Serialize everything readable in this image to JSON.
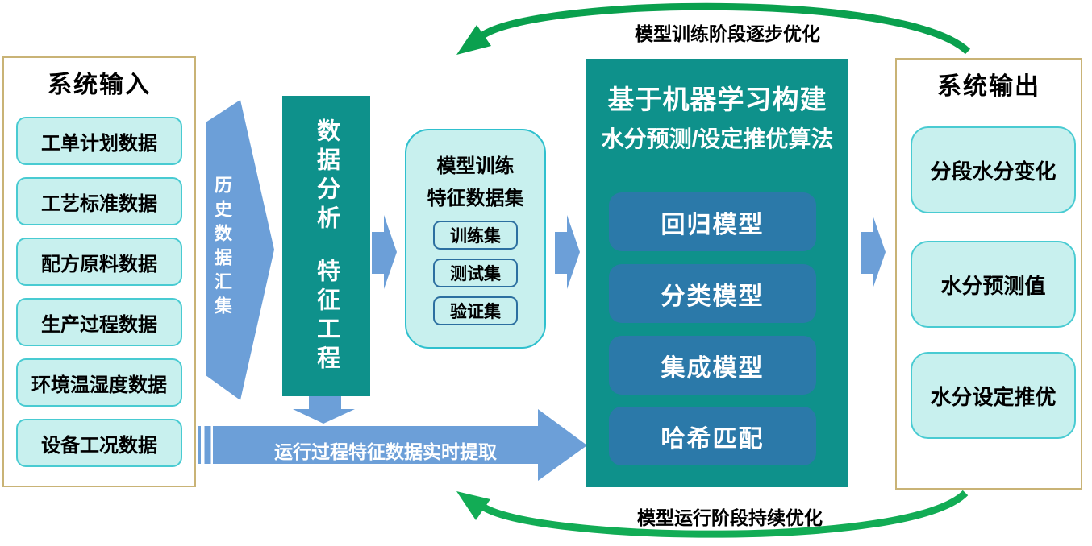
{
  "colors": {
    "accent_blue": "#6C9FD8",
    "teal": "#0E918B",
    "model_blue": "#2B79A9",
    "light_cyan": "#C8F0EE",
    "cyan_border": "#49CBD2",
    "gold_border": "#C9B376",
    "green_top": "#0AA04E",
    "green_bottom": "#12AC55"
  },
  "input_panel": {
    "title": "系统输入",
    "items": [
      "工单计划数据",
      "工艺标准数据",
      "配方原料数据",
      "生产过程数据",
      "环境温湿度数据",
      "设备工况数据"
    ]
  },
  "history_arrow": {
    "label": "历史数据汇集"
  },
  "analysis_box": {
    "line1": "数据分析",
    "line2": "特征工程"
  },
  "dataset_box": {
    "title_line1": "模型训练",
    "title_line2": "特征数据集",
    "items": [
      "训练集",
      "测试集",
      "验证集"
    ]
  },
  "ml_box": {
    "title_line1": "基于机器学习构建",
    "title_line2": "水分预测/设定推优算法",
    "models": [
      "回归模型",
      "分类模型",
      "集成模型",
      "哈希匹配"
    ]
  },
  "output_panel": {
    "title": "系统输出",
    "items": [
      "分段水分变化",
      "水分预测值",
      "水分设定推优"
    ]
  },
  "runtime_arrow": {
    "label": "运行过程特征数据实时提取"
  },
  "feedback_top": {
    "label": "模型训练阶段逐步优化"
  },
  "feedback_bottom": {
    "label": "模型运行阶段持续优化"
  }
}
